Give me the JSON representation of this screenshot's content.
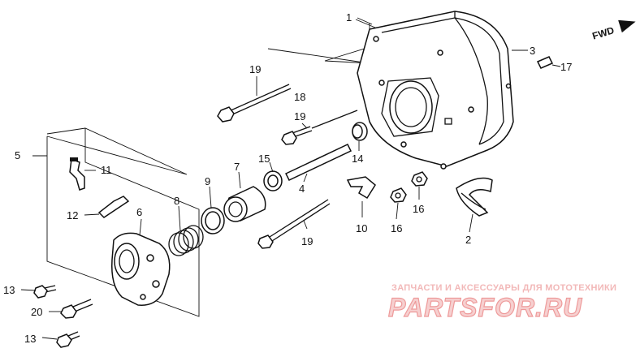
{
  "direction_label": "FWD",
  "callouts": {
    "c1": "1",
    "c2": "2",
    "c3": "3",
    "c4": "4",
    "c5": "5",
    "c6": "6",
    "c7": "7",
    "c8": "8",
    "c9": "9",
    "c10": "10",
    "c11": "11",
    "c12": "12",
    "c13a": "13",
    "c13b": "13",
    "c14": "14",
    "c15": "15",
    "c16a": "16",
    "c16b": "16",
    "c17": "17",
    "c18": "18",
    "c19a": "19",
    "c19b": "19",
    "c19c": "19",
    "c20": "20"
  },
  "watermark": {
    "caption": "ЗАПЧАСТИ И АКСЕССУАРЫ ДЛЯ МОТОТЕХНИКИ",
    "brand": "PARTSFOR.RU"
  }
}
